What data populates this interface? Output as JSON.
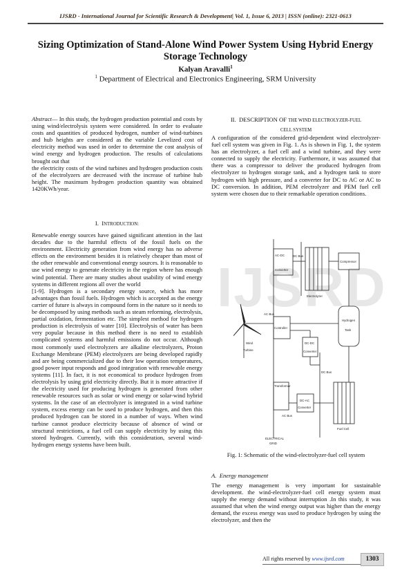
{
  "header": {
    "journal": "IJSRD - International Journal for Scientific Research & Development| Vol. 1, Issue 6, 2013 | ISSN (online): 2321-0613"
  },
  "title": "Sizing Optimization of Stand-Alone Wind Power System Using Hybrid Energy Storage Technology",
  "author": {
    "name": "Kalyan Aravalli",
    "sup": "1"
  },
  "affiliation": {
    "sup": "1",
    "text": " Department of Electrical and Electronics Engineering, SRM University"
  },
  "abstract": {
    "label": "Abstract",
    "dash": "— ",
    "p1": "In this study, the hydrogen production potential and costs by using wind/electrolysis system were considered. In order to evaluate costs and quantities of produced hydrogen, number of wind-turbines and hub heights are considered as the variable Levelized cost of electricity method was used in order to determine the cost analysis of wind energy and hydrogen production. The results of calculations brought out that",
    "p2": "the electricity costs of the wind turbines and hydrogen production costs of the electrolyzers are decreased with the increase of turbine hub height. The maximum hydrogen production quantity was obtained 1420KWh/year."
  },
  "intro": {
    "num": "I.",
    "first": "I",
    "rest": "NTRODUCTION:",
    "p1": "Renewable energy sources have gained significant attention in the last decades due to the harmful effects of the fossil fuels on the environment. Electricity generation from wind energy has no adverse effects on the environment besides it is relatively cheaper than most of the other renewable and conventional energy sources. It is reasonable to use wind energy to generate electricity in the region where has enough wind potential. There are many studies about usability of wind energy systems in different regions all over the world",
    "p2": "[1-9]. Hydrogen is a secondary energy source, which has more advantages than fossil fuels. Hydrogen which is accepted as the energy carrier of future is always in compound form in the nature so it needs to be decomposed by using methods such as steam reforming, electrolysis, partial oxidation, fermentation etc. The simplest method for hydrogen production is electrolysis of water [10]. Electrolysis of water has been very popular because in this method there is no need to establish complicated systems and harmful emissions do not occur. Although most commonly used electrolyzers are alkaline electrolyzers, Proton Exchange Membrane (PEM) electrolyzers are being developed rapidly and are being commercialized due to their low operation temperatures, good power input responds and good integration with renewable energy systems [11]. In fact, it is not economical to produce hydrogen from electrolysis by using grid electricity directly. But it is more attractive if the electricity used for producing hydrogen is generated from other renewable resources such as solar or wind energy or solar-wind hybrid systems. In the case of an electrolyzer is integrated in a wind turbine system, excess energy can be used to produce hydrogen, and then this produced hydrogen can be stored in a number of ways. When wind turbine cannot produce electricity because of absence of wind or structural restrictions, a fuel cell can supply electricity by using this stored hydrogen. Currently, with this consideration, several wind-hydrogen energy systems have been built."
  },
  "section2": {
    "num": "II.",
    "title_big": "DESCRIPTION OF",
    "title_small_1": "THE WIND ELECTROLYZER-FUEL",
    "title_small_2": "CELL SYSTEM",
    "p1": "A configuration of the considered grid-dependent wind electrolyzer- fuel cell system was given in Fig. 1. As is shown in Fig. 1, the system has an electrolyzer, a fuel cell and a wind turbine, and they were connected to supply the electricity. Furthermore, it was assumed that there was a compressor to deliver the produced hydrogen from electrolyzer to hydrogen storage tank, and a hydrogen tank to store hydrogen with high pressure, and a converter for DC to AC or AC to DC conversion. In addition, PEM electrolyzer and PEM fuel cell system were chosen due to their remarkable operation conditions."
  },
  "figure": {
    "labels": {
      "acdc": "AC-DC",
      "converter_top": "Converter",
      "dcbus_top": "DC Bus",
      "compressor": "Compressor",
      "electrolyzer": "Electrolyzer",
      "acbus_mid": "AC Bus",
      "controller": "Controller",
      "hydrogen": "Hydrogen",
      "tank": "Tank",
      "wind": "Wind",
      "turbine": "Turbine",
      "dcdc": "DC-DC",
      "converter_mid": "Converter",
      "dcbus_mid": "DC Bus",
      "transformer": "Transformer",
      "dcac": "DC-AC",
      "converter_low": "Converter",
      "acbus_low": "AC Bus",
      "fuelcell": "Fuel Cell",
      "grid1": "ELECTRICAL",
      "grid2": "GRID"
    },
    "watermark": "IJSRD",
    "caption": "Fig. 1: Schematic of the wind-electrolyzer-fuel cell system"
  },
  "subsectionA": {
    "label": "A.",
    "title": "Energy management",
    "p1": "The energy management is very important for sustainable development. the wind-electrolyzer-fuel cell energy system must supply the energy demand without interruption .In this study, it was assumed that when the wind energy output was higher than the energy demand, the excess energy was used to produce hydrogen by using the electrolyzer, and then the"
  },
  "footer": {
    "text": "All rights reserved by ",
    "url": "www.ijsrd.com",
    "page": "1303"
  }
}
